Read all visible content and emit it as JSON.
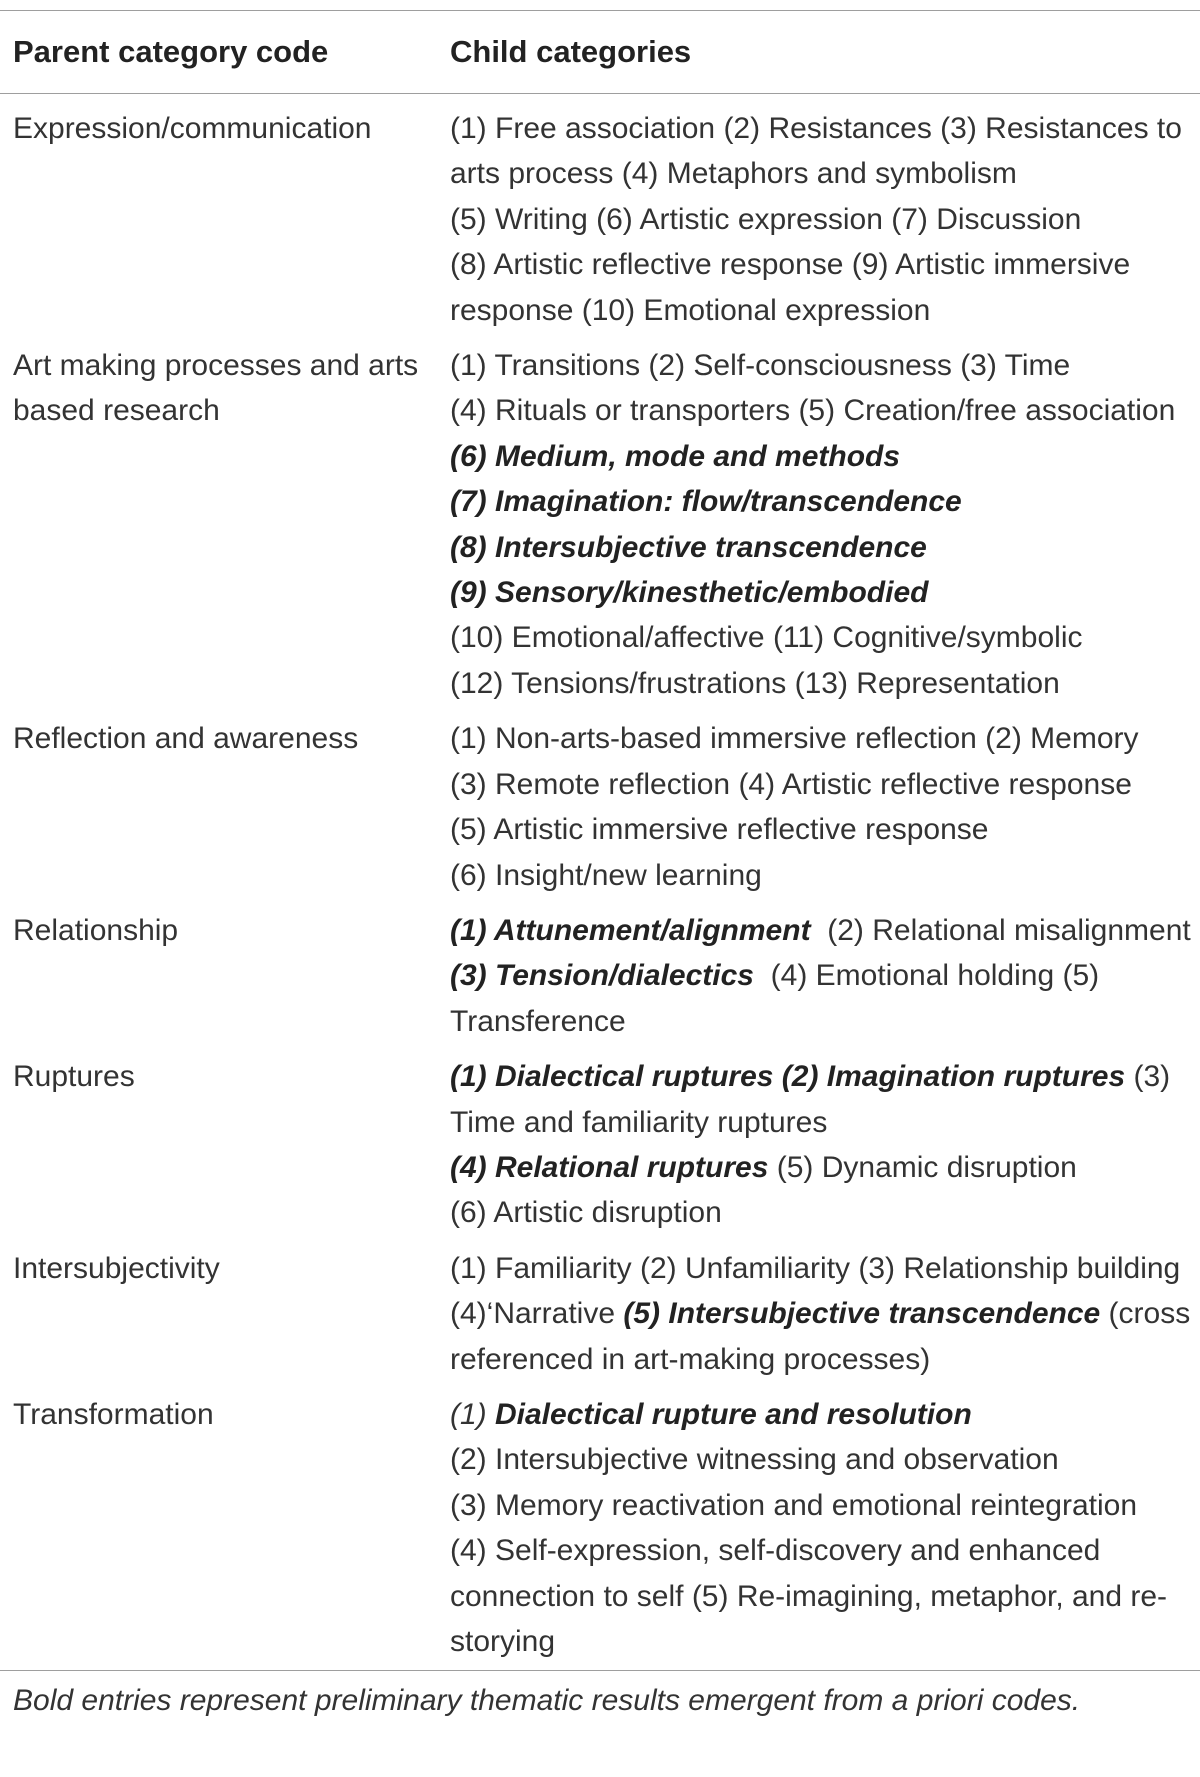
{
  "table": {
    "headers": [
      "Parent category code",
      "Child categories"
    ],
    "rows": [
      {
        "parent": "Expression/communication",
        "children": [
          [
            {
              "t": "(1) Free association (2) Resistances (3) Resistances to arts process (4) Metaphors and symbolism"
            }
          ],
          [
            {
              "t": "(5) Writing (6) Artistic expression (7) Discussion"
            }
          ],
          [
            {
              "t": "(8) Artistic reflective response (9) Artistic immersive response (10) Emotional expression"
            }
          ]
        ]
      },
      {
        "parent": "Art making processes and arts based research",
        "children": [
          [
            {
              "t": "(1) Transitions (2) Self-consciousness (3) Time"
            }
          ],
          [
            {
              "t": "(4) Rituals or transporters (5) Creation/free association "
            },
            {
              "t": "(6) Medium, mode and methods",
              "b": true
            }
          ],
          [
            {
              "t": "(7) Imagination: flow/transcendence",
              "b": true
            }
          ],
          [
            {
              "t": "(8) Intersubjective transcendence",
              "b": true
            }
          ],
          [
            {
              "t": "(9) Sensory/kinesthetic/embodied",
              "b": true
            }
          ],
          [
            {
              "t": "(10) Emotional/affective (11) Cognitive/symbolic"
            }
          ],
          [
            {
              "t": "(12) Tensions/frustrations (13) Representation"
            }
          ]
        ]
      },
      {
        "parent": "Reflection and awareness",
        "children": [
          [
            {
              "t": "(1) Non-arts-based immersive reflection (2) Memory"
            }
          ],
          [
            {
              "t": "(3) Remote reflection (4) Artistic reflective response"
            }
          ],
          [
            {
              "t": "(5) Artistic immersive reflective response"
            }
          ],
          [
            {
              "t": "(6) Insight/new learning"
            }
          ]
        ]
      },
      {
        "parent": "Relationship",
        "children": [
          [
            {
              "t": "(1) Attunement/alignment",
              "b": true
            },
            {
              "t": "  (2) Relational misalignment "
            },
            {
              "t": "(3) Tension/dialectics",
              "b": true
            },
            {
              "t": "  (4) Emotional holding (5) Transference"
            }
          ]
        ]
      },
      {
        "parent": "Ruptures",
        "children": [
          [
            {
              "t": "(1) Dialectical ruptures (2) Imagination ruptures",
              "b": true
            },
            {
              "t": " (3) Time and familiarity ruptures"
            }
          ],
          [
            {
              "t": "(4) Relational ruptures",
              "b": true
            },
            {
              "t": " (5) Dynamic disruption"
            }
          ],
          [
            {
              "t": "(6) Artistic disruption"
            }
          ]
        ]
      },
      {
        "parent": "Intersubjectivity",
        "children": [
          [
            {
              "t": "(1) Familiarity (2) Unfamiliarity (3) Relationship building (4)‘Narrative "
            },
            {
              "t": "(5) Intersubjective transcendence",
              "b": true
            },
            {
              "t": " (cross referenced in art-making processes)"
            }
          ]
        ]
      },
      {
        "parent": "Transformation",
        "children": [
          [
            {
              "t": "(1) ",
              "i": true
            },
            {
              "t": "Dialectical rupture and resolution",
              "b": true
            }
          ],
          [
            {
              "t": "(2) Intersubjective witnessing and observation"
            }
          ],
          [
            {
              "t": "(3) Memory reactivation and emotional reintegration"
            }
          ],
          [
            {
              "t": "(4) Self-expression, self-discovery and enhanced connection to self (5) Re-imagining, metaphor, and re-storying"
            }
          ]
        ]
      }
    ]
  },
  "footnote": "Bold entries represent preliminary thematic results emergent from a priori codes."
}
